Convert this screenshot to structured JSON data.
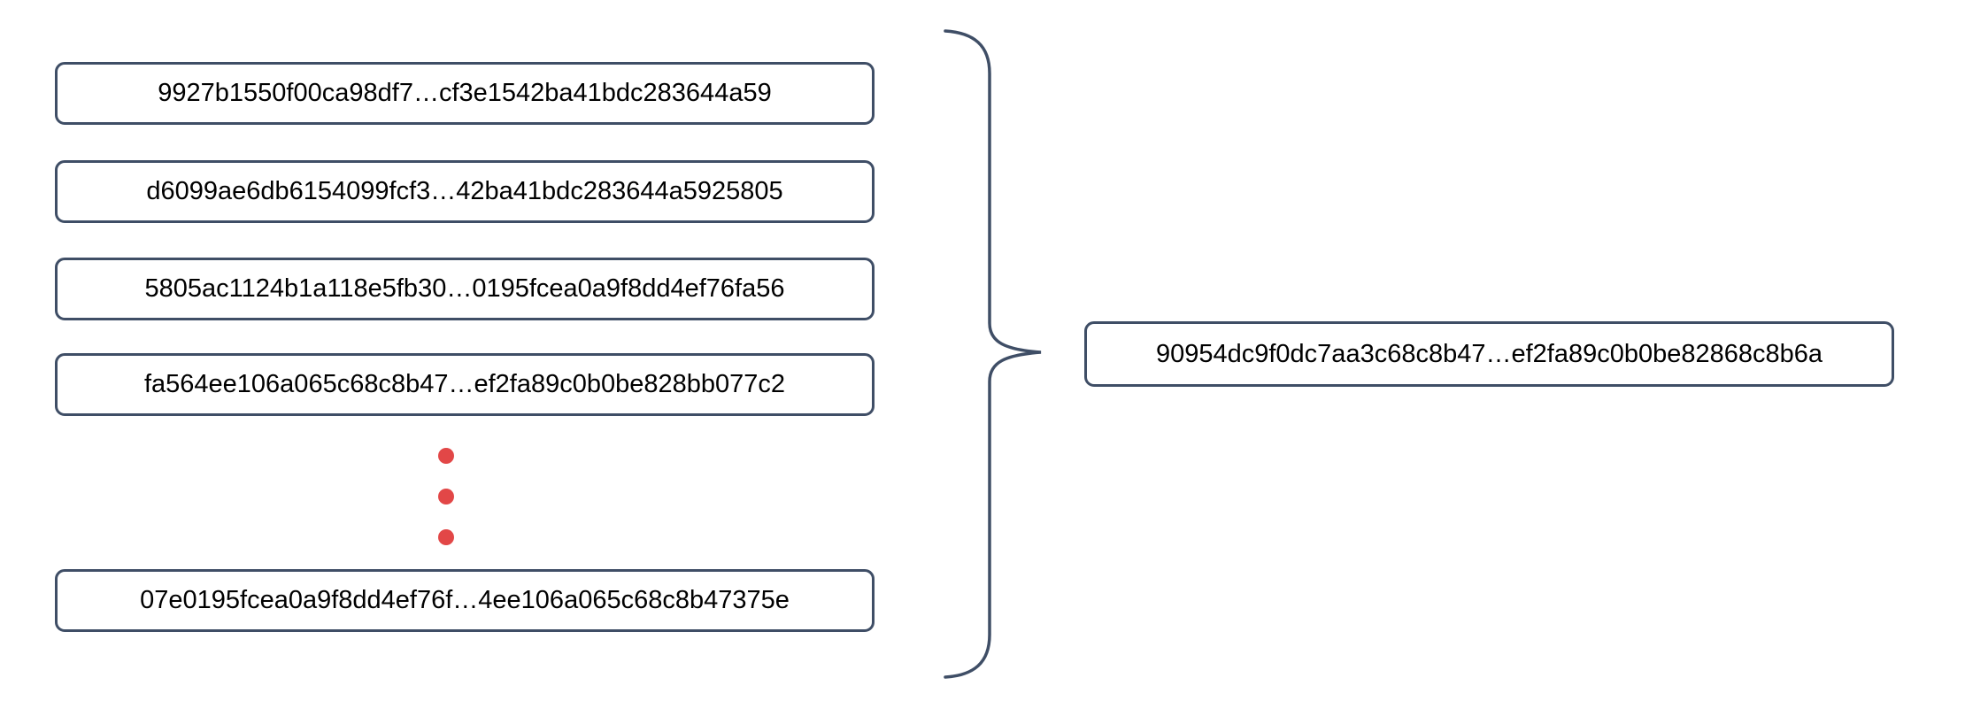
{
  "diagram": {
    "colors": {
      "stroke": "#3f4e66",
      "dot": "#e24747",
      "text": "#000000",
      "background": "#ffffff"
    },
    "left_hashes": [
      "9927b1550f00ca98df7…cf3e1542ba41bdc283644a59",
      "d6099ae6db6154099fcf3…42ba41bdc283644a5925805",
      "5805ac1124b1a118e5fb30…0195fcea0a9f8dd4ef76fa56",
      "fa564ee106a065c68c8b47…ef2fa89c0b0be828bb077c2",
      "07e0195fcea0a9f8dd4ef76f…4ee106a065c68c8b47375e"
    ],
    "result_hash": "90954dc9f0dc7aa3c68c8b47…ef2fa89c0b0be82868c8b6a",
    "ellipsis_dot_count": 3
  }
}
